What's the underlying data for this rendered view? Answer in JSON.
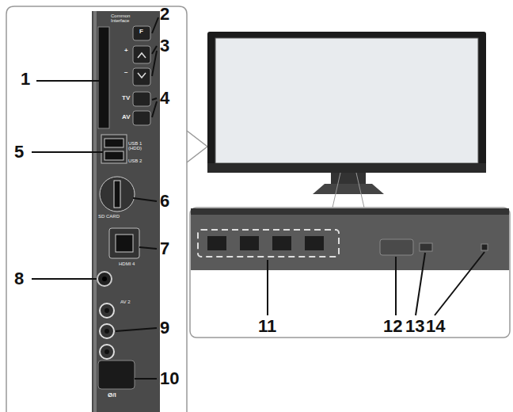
{
  "diagram": {
    "labels": [
      "1",
      "2",
      "3",
      "4",
      "5",
      "6",
      "7",
      "8",
      "9",
      "10",
      "11",
      "12",
      "13",
      "14",
      "Common Interface",
      "F",
      "+",
      "−",
      "TV",
      "AV",
      "USB 1 (HDD)",
      "USB 2",
      "SD CARD",
      "HDMI 4",
      "AV 2",
      "Ø/I"
    ]
  }
}
